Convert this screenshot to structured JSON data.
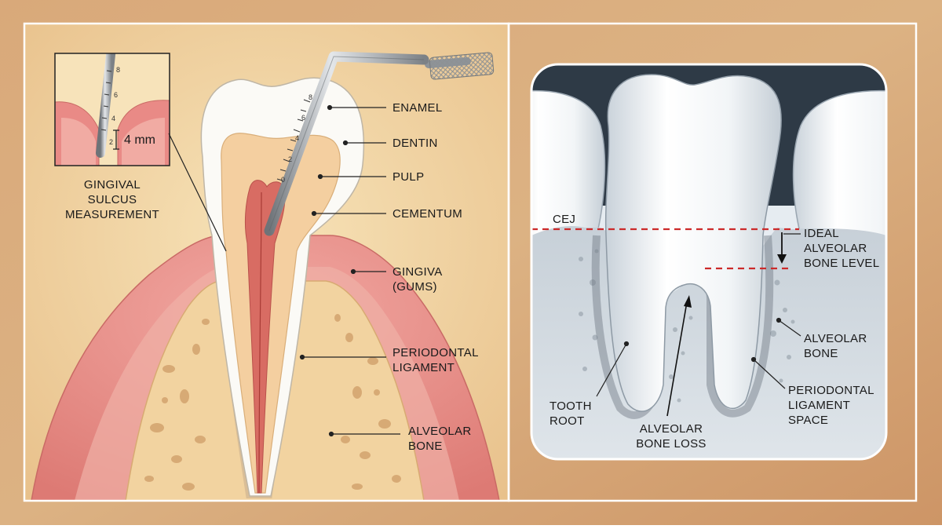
{
  "left_panel": {
    "inset": {
      "measurement": "4 mm",
      "caption_lines": [
        "GINGIVAL",
        "SULCUS",
        "MEASUREMENT"
      ],
      "scale_marks": [
        "8",
        "6",
        "4",
        "2"
      ]
    },
    "probe_scale_marks": [
      "8",
      "6",
      "4",
      "2",
      "0"
    ],
    "labels": [
      {
        "id": "enamel",
        "lines": [
          "ENAMEL"
        ]
      },
      {
        "id": "dentin",
        "lines": [
          "DENTIN"
        ]
      },
      {
        "id": "pulp",
        "lines": [
          "PULP"
        ]
      },
      {
        "id": "cementum",
        "lines": [
          "CEMENTUM"
        ]
      },
      {
        "id": "gingiva",
        "lines": [
          "GINGIVA",
          "(GUMS)"
        ]
      },
      {
        "id": "periodontal-ligament",
        "lines": [
          "PERIODONTAL",
          "LIGAMENT"
        ]
      },
      {
        "id": "alveolar-bone",
        "lines": [
          "ALVEOLAR",
          "BONE"
        ]
      }
    ]
  },
  "right_panel": {
    "labels": [
      {
        "id": "cej",
        "lines": [
          "CEJ"
        ]
      },
      {
        "id": "ideal-alveolar-bone-level",
        "lines": [
          "IDEAL",
          "ALVEOLAR",
          "BONE LEVEL"
        ]
      },
      {
        "id": "alveolar-bone",
        "lines": [
          "ALVEOLAR",
          "BONE"
        ]
      },
      {
        "id": "periodontal-ligament-space",
        "lines": [
          "PERIODONTAL",
          "LIGAMENT",
          "SPACE"
        ]
      },
      {
        "id": "tooth-root",
        "lines": [
          "TOOTH",
          "ROOT"
        ]
      },
      {
        "id": "alveolar-bone-loss",
        "lines": [
          "ALVEOLAR",
          "BONE LOSS"
        ]
      }
    ]
  },
  "colors": {
    "background": "#d4a676",
    "panel_left": "#f3d9a8",
    "panel_right": "#e9eef2",
    "gum": "#e98a86",
    "bone": "#f1d29e",
    "enamel": "#fbfaf6",
    "dentin": "#f4cfa0",
    "pulp": "#d86c63",
    "dashed_line": "#cc2a2a"
  }
}
